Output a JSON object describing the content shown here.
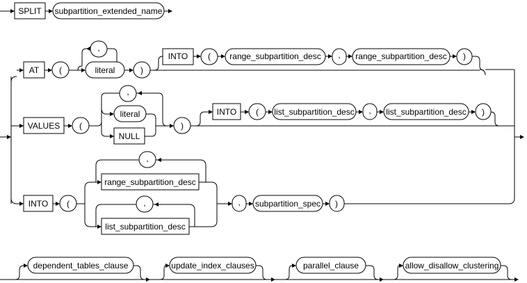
{
  "keywords": {
    "split": "SPLIT",
    "at": "AT",
    "values": "VALUES",
    "into": "INTO",
    "null": "NULL"
  },
  "symbols": {
    "lparen": "(",
    "rparen": ")",
    "comma": ","
  },
  "nonterminals": {
    "subpartition_extended_name": "subpartition_extended_name",
    "literal": "literal",
    "range_subpartition_desc": "range_subpartition_desc",
    "list_subpartition_desc": "list_subpartition_desc",
    "subpartition_spec": "subpartition_spec",
    "dependent_tables_clause": "dependent_tables_clause",
    "update_index_clauses": "update_index_clauses",
    "parallel_clause": "parallel_clause",
    "allow_disallow_clustering": "allow_disallow_clustering"
  }
}
